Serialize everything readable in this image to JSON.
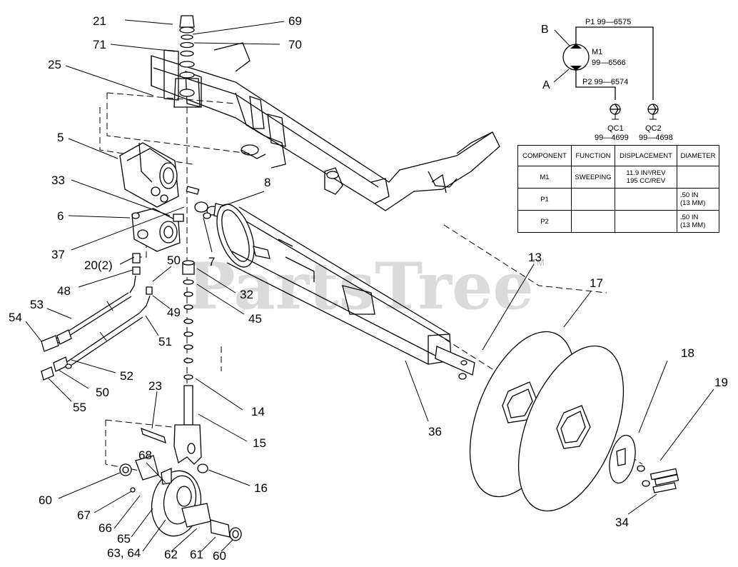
{
  "watermark": {
    "brand": "PartsTree",
    "trademark": "TM"
  },
  "schematic": {
    "port_b": "B",
    "port_a": "A",
    "motor_id": "M1",
    "motor_part": "99—6566",
    "p1_label": "P1 99—6575",
    "p2_label": "P2 99—6574",
    "qc1_id": "QC1",
    "qc1_part": "99—4699",
    "qc2_id": "QC2",
    "qc2_part": "99—4698"
  },
  "spec_table": {
    "headers": [
      "COMPONENT",
      "FUNCTION",
      "DISPLACEMENT",
      "DIAMETER"
    ],
    "rows": [
      {
        "component": "M1",
        "function": "SWEEPING",
        "displacement_line1": "11.9 IN³/REV",
        "displacement_line2": "195 CC/REV",
        "diameter_line1": "",
        "diameter_line2": ""
      },
      {
        "component": "P1",
        "function": "",
        "displacement_line1": "",
        "displacement_line2": "",
        "diameter_line1": ".50 IN",
        "diameter_line2": "(13 MM)"
      },
      {
        "component": "P2",
        "function": "",
        "displacement_line1": "",
        "displacement_line2": "",
        "diameter_line1": ".50 IN",
        "diameter_line2": "(13 MM)"
      }
    ]
  },
  "callouts": {
    "c21": "21",
    "c69": "69",
    "c71": "71",
    "c70": "70",
    "c25": "25",
    "c5": "5",
    "c33": "33",
    "c8": "8",
    "c6": "6",
    "c37": "37",
    "c7": "7",
    "c20_2": "20(2)",
    "c50a": "50",
    "c48": "48",
    "c32": "32",
    "c45": "45",
    "c49": "49",
    "c53": "53",
    "c54": "54",
    "c51": "51",
    "c52": "52",
    "c50b": "50",
    "c55": "55",
    "c23": "23",
    "c14": "14",
    "c15": "15",
    "c68": "68",
    "c16": "16",
    "c60a": "60",
    "c67": "67",
    "c66": "66",
    "c65": "65",
    "c63_64": "63, 64",
    "c62": "62",
    "c61": "61",
    "c60b": "60",
    "c13": "13",
    "c17": "17",
    "c18": "18",
    "c19": "19",
    "c36": "36",
    "c34": "34"
  }
}
